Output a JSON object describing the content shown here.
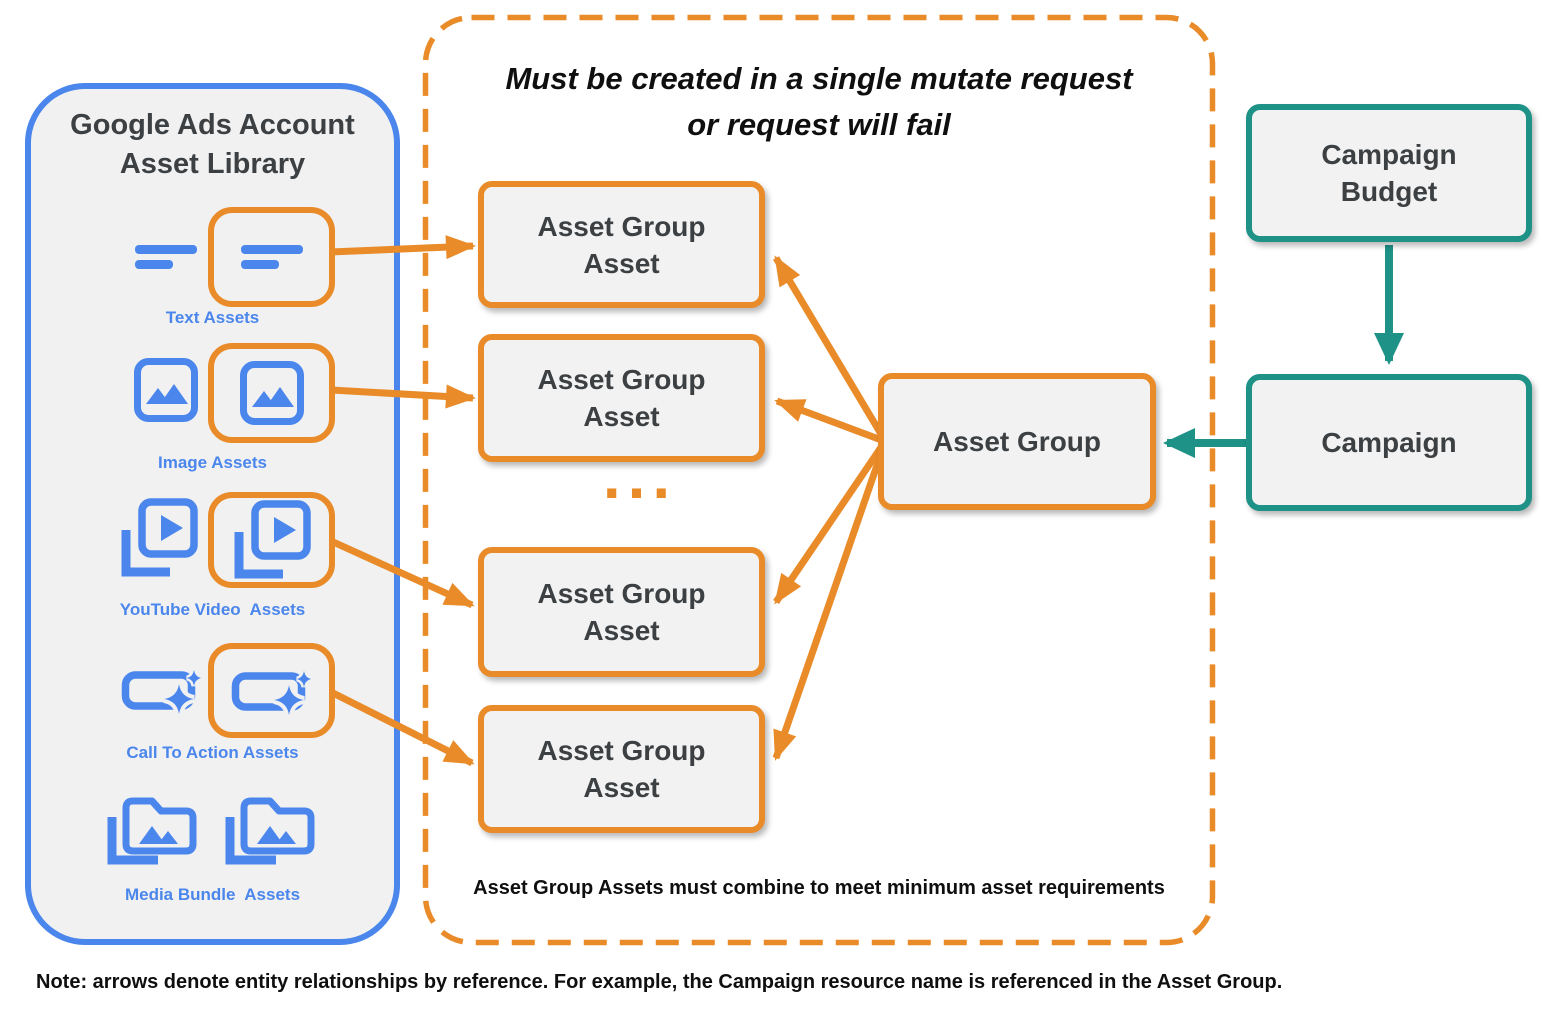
{
  "library": {
    "title_line1": "Google Ads Account",
    "title_line2": "Asset Library",
    "items": [
      {
        "label": "Text Assets",
        "icon": "text-asset-icon"
      },
      {
        "label": "Image Assets",
        "icon": "image-asset-icon"
      },
      {
        "label": "YouTube Video  Assets",
        "icon": "youtube-video-asset-icon"
      },
      {
        "label": "Call To Action Assets",
        "icon": "call-to-action-asset-icon"
      },
      {
        "label": "Media Bundle  Assets",
        "icon": "media-bundle-asset-icon"
      }
    ]
  },
  "mutate_box": {
    "title_line1": "Must be created in a single mutate request",
    "title_line2": "or request will fail",
    "asset_group_asset_line1": "Asset Group",
    "asset_group_asset_line2": "Asset",
    "ellipsis": "...",
    "footnote": "Asset Group Assets must combine to meet minimum asset requirements"
  },
  "asset_group_label": "Asset Group",
  "campaign_budget_line1": "Campaign",
  "campaign_budget_line2": "Budget",
  "campaign_label": "Campaign",
  "note": "Note: arrows denote entity relationships by reference. For example, the Campaign resource name is referenced in the Asset Group.",
  "colors": {
    "orange": "#E98B28",
    "blue": "#4A86EC",
    "teal": "#1E9287",
    "node_fill": "#F2F2F2",
    "panel_fill": "#F1F1F2",
    "dark_text": "#3C4043",
    "black_text": "#0F0F0F"
  }
}
